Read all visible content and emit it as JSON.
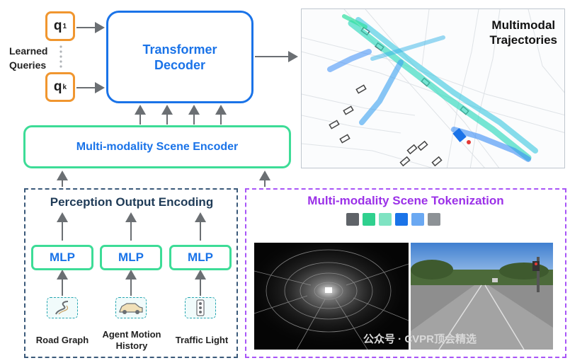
{
  "queries": [
    {
      "label": "q",
      "sub": "1"
    },
    {
      "label": "q",
      "sub": "k"
    }
  ],
  "learned_queries_label": [
    "Learned",
    "Queries"
  ],
  "decoder": {
    "line1": "Transformer",
    "line2": "Decoder"
  },
  "encoder": {
    "label": "Multi-modality Scene Encoder"
  },
  "trajectories": {
    "line1": "Multimodal",
    "line2": "Trajectories"
  },
  "perception": {
    "title": "Perception Output Encoding",
    "columns": [
      {
        "mlp": "MLP",
        "label_lines": [
          "Road Graph"
        ],
        "icon": "road-graph-icon"
      },
      {
        "mlp": "MLP",
        "label_lines": [
          "Agent Motion",
          "History"
        ],
        "icon": "car-icon"
      },
      {
        "mlp": "MLP",
        "label_lines": [
          "Traffic Light"
        ],
        "icon": "traffic-light-icon"
      }
    ]
  },
  "tokenization": {
    "title": "Multi-modality Scene Tokenization",
    "token_colors": [
      "#5f6368",
      "#2fd08e",
      "#7fe3c2",
      "#1a73e8",
      "#6aa8f2",
      "#8d9296"
    ]
  },
  "watermark": "公众号 · CVPR顶会精选",
  "colors": {
    "orange": "#f0962f",
    "blue": "#1a73e8",
    "green": "#3ddc97",
    "navy": "#1f3b57",
    "purple": "#9b30e8"
  }
}
